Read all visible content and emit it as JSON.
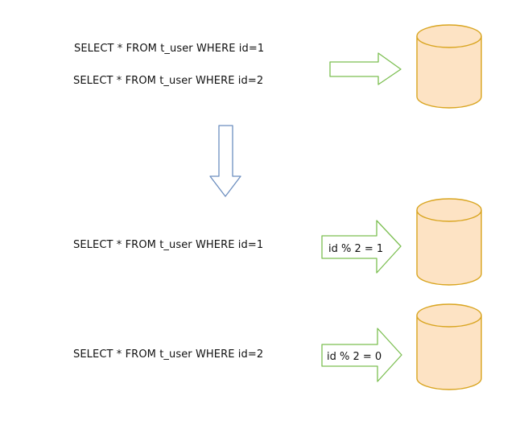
{
  "top_queries": [
    "SELECT * FROM t_user WHERE id=1",
    "SELECT * FROM t_user WHERE id=2"
  ],
  "routes": [
    {
      "query": "SELECT * FROM t_user WHERE id=1",
      "rule": "id % 2 = 1"
    },
    {
      "query": "SELECT * FROM t_user WHERE id=2",
      "rule": "id % 2 = 0"
    }
  ],
  "colors": {
    "db_fill": "#fde3c4",
    "db_stroke": "#d9a520",
    "arrow_green": "#7cbf52",
    "arrow_blue": "#6c8ebf",
    "text": "#111111"
  }
}
